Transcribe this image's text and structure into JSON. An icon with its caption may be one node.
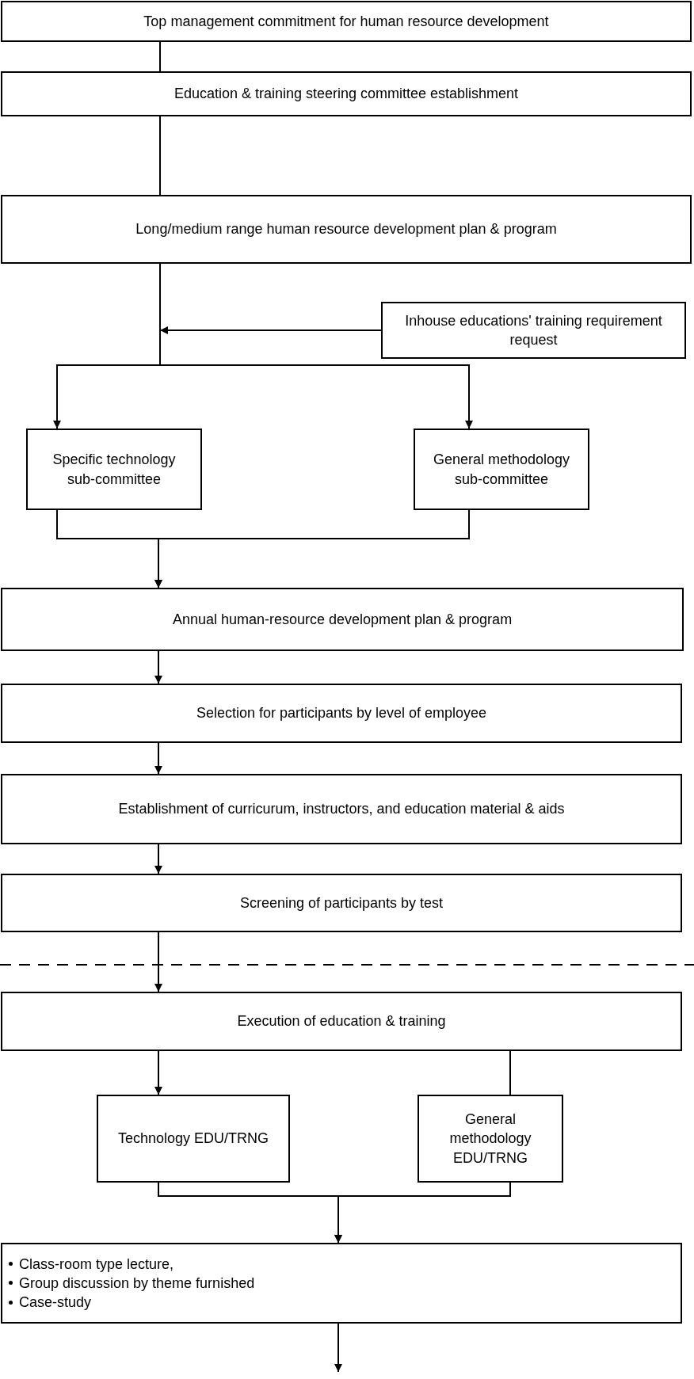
{
  "diagram": {
    "nodes": [
      {
        "text": [
          "Top management commitment for human resource development"
        ]
      },
      {
        "text": [
          "Education & training steering committee establishment"
        ]
      },
      {
        "text": [
          "Long/medium range human resource development plan & program"
        ]
      },
      {
        "text": [
          "Inhouse educations' training requirement request"
        ]
      },
      {
        "text": [
          "Specific technology sub-committee"
        ]
      },
      {
        "text": [
          "General methodology sub-committee"
        ]
      },
      {
        "text": [
          "Annual human-resource development plan & program"
        ]
      },
      {
        "text": [
          "Selection for participants by level of employee"
        ]
      },
      {
        "text": [
          "Establishment of curricurum, instructors, and education material & aids"
        ]
      },
      {
        "text": [
          "Screening of participants by test"
        ]
      },
      {
        "text": [
          "Execution of education & training"
        ]
      },
      {
        "text": [
          "Technology EDU/TRNG"
        ]
      },
      {
        "text": [
          "General methodology EDU/TRNG"
        ]
      },
      {
        "text": [
          "Class-room type lecture,",
          "Group discussion by theme furnished",
          "Case-study"
        ]
      }
    ],
    "edges": [
      {
        "from": 0,
        "to": 1,
        "arrow": "none"
      },
      {
        "from": 1,
        "to": 2,
        "arrow": "none"
      },
      {
        "from": 2,
        "to": 4,
        "arrow": "to"
      },
      {
        "from": 2,
        "to": 5,
        "arrow": "to"
      },
      {
        "from": 3,
        "to": null,
        "arrow": "to"
      },
      {
        "from": 4,
        "to": 6,
        "arrow": "to"
      },
      {
        "from": 5,
        "to": 6,
        "arrow": "to"
      },
      {
        "from": 6,
        "to": 7,
        "arrow": "to"
      },
      {
        "from": 7,
        "to": 8,
        "arrow": "to"
      },
      {
        "from": 8,
        "to": 9,
        "arrow": "to"
      },
      {
        "from": 9,
        "to": 10,
        "arrow": "to"
      },
      {
        "from": 10,
        "to": 11,
        "arrow": "to"
      },
      {
        "from": 10,
        "to": 12,
        "arrow": "none"
      },
      {
        "from": 11,
        "to": 13,
        "arrow": "to"
      },
      {
        "from": 12,
        "to": 13,
        "arrow": "to"
      },
      {
        "from": 13,
        "to": null,
        "arrow": "to"
      }
    ]
  }
}
